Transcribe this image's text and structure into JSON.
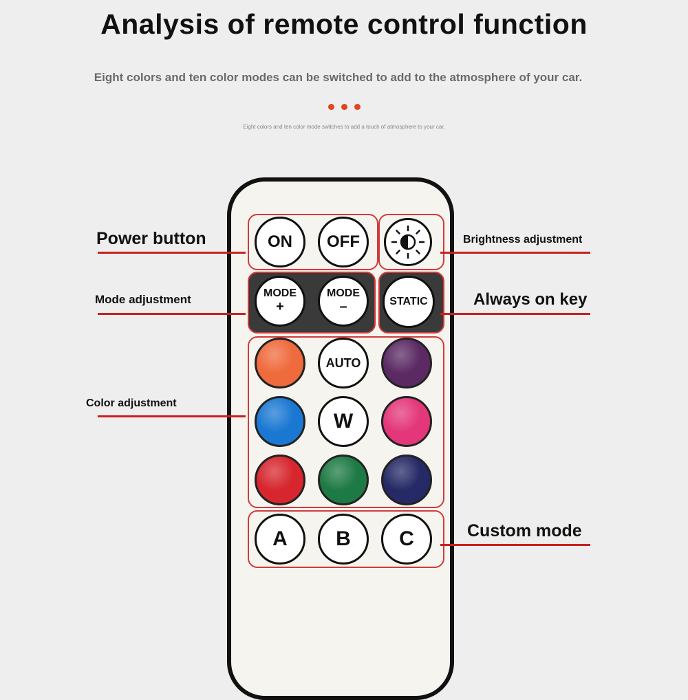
{
  "header": {
    "title": "Analysis of remote control function",
    "subtitle": "Eight colors and ten color modes can be switched to add to the atmosphere of your car.",
    "caption": "Eight colors and ten color mode switches to add a touch of atmosphere to your car.",
    "dot_color": "#e0461f"
  },
  "remote": {
    "power": {
      "on": "ON",
      "off": "OFF"
    },
    "brightness_icon": "brightness-contrast-icon",
    "mode": {
      "plus": "MODE\n+",
      "minus": "MODE\n–",
      "plus_top": "MODE",
      "plus_sign": "+",
      "minus_top": "MODE",
      "minus_sign": "–"
    },
    "static": "STATIC",
    "colors": {
      "orange": "#ef6a3c",
      "auto": "AUTO",
      "purple": "#5b2a63",
      "blue": "#1b78d2",
      "white": "W",
      "pink": "#e3377a",
      "red": "#d7262e",
      "green": "#1e7a45",
      "navy": "#252a66"
    },
    "custom": [
      "A",
      "B",
      "C"
    ]
  },
  "annotations": {
    "power": "Power button",
    "brightness": "Brightness adjustment",
    "mode": "Mode adjustment",
    "always_on": "Always on key",
    "color": "Color adjustment",
    "custom": "Custom mode",
    "line_color": "#c8201f"
  }
}
